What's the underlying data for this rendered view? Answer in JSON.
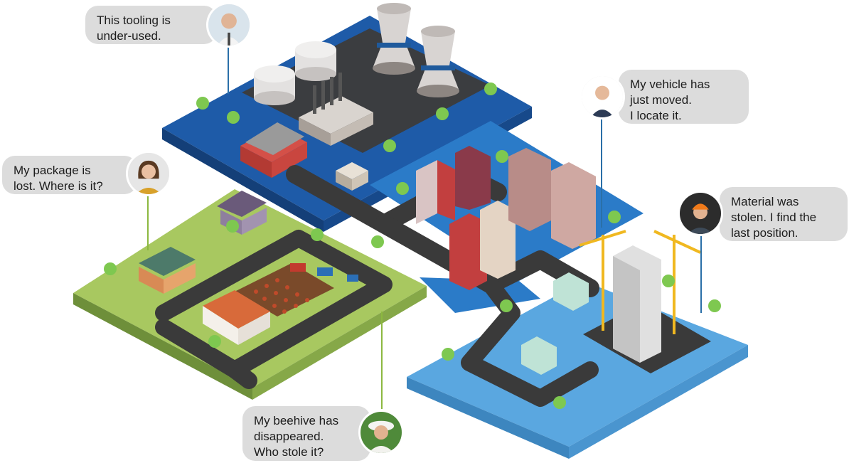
{
  "callouts": [
    {
      "id": "tooling",
      "text": "This tooling is\nunder-used.",
      "avatar": "man-white-shirt-avatar",
      "line_color": "#2a6fa8"
    },
    {
      "id": "vehicle",
      "text": "My vehicle has\njust moved.\nI locate it.",
      "avatar": "man-dark-shirt-avatar",
      "line_color": "#2a6fa8"
    },
    {
      "id": "package",
      "text": "My package is\nlost. Where is it?",
      "avatar": "woman-smiling-avatar",
      "line_color": "#8cb840"
    },
    {
      "id": "material",
      "text": "Material was\nstolen. I find the\nlast position.",
      "avatar": "worker-hardhat-avatar",
      "line_color": "#2a6fa8"
    },
    {
      "id": "beehive",
      "text": "My beehive has\ndisappeared.\nWho stole it?",
      "avatar": "beekeeper-avatar",
      "line_color": "#8cb840"
    }
  ],
  "colors": {
    "industrial_zone": "#1e5ba8",
    "urban_zone": "#2b7bc8",
    "construction_zone": "#5aa7e0",
    "farm_zone": "#a8c860",
    "road": "#3a3a3a",
    "bubble": "#dcdcdc"
  }
}
